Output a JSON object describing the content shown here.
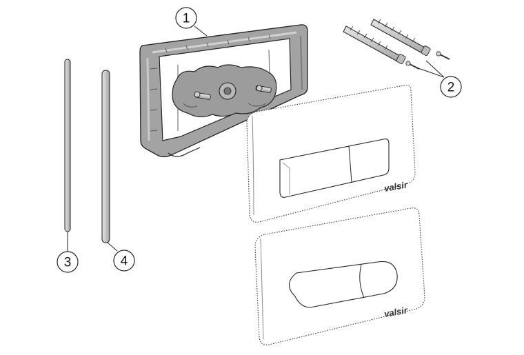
{
  "callouts": [
    {
      "id": "1",
      "label": "1"
    },
    {
      "id": "2",
      "label": "2"
    },
    {
      "id": "3",
      "label": "3"
    },
    {
      "id": "4",
      "label": "4"
    }
  ],
  "brand": {
    "plate_rect_logo": "valsir",
    "plate_oval_logo": "valsir"
  },
  "colors": {
    "frame_fill": "#9a9a9a",
    "frame_inner": "#c4c4c4",
    "line": "#222222",
    "rod_fill": "#cfcfcf",
    "rod_dark": "#a8a8a8"
  }
}
